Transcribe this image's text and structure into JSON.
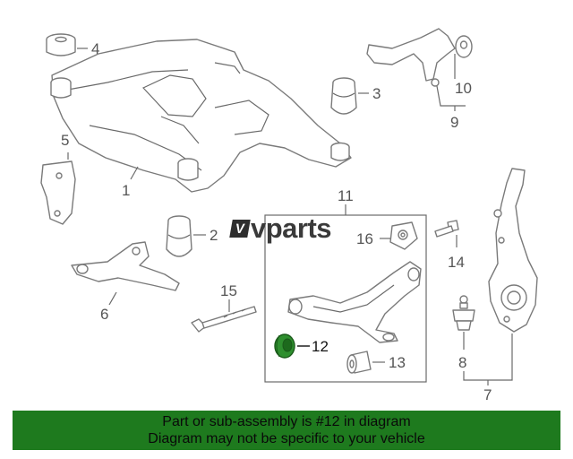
{
  "brand": {
    "mark": "V",
    "name": "vparts"
  },
  "callouts": {
    "c1": "1",
    "c2": "2",
    "c3": "3",
    "c4": "4",
    "c5": "5",
    "c6": "6",
    "c7": "7",
    "c8": "8",
    "c9": "9",
    "c10": "10",
    "c11": "11",
    "c12": "12",
    "c13": "13",
    "c14": "14",
    "c15": "15",
    "c16": "16"
  },
  "banner": {
    "line1": "Part or sub-assembly is #12 in diagram",
    "line2": "Diagram may not be specific to your vehicle"
  },
  "colors": {
    "banner_bg": "#1e7a1e",
    "highlight_part": "#2f8f2f"
  }
}
